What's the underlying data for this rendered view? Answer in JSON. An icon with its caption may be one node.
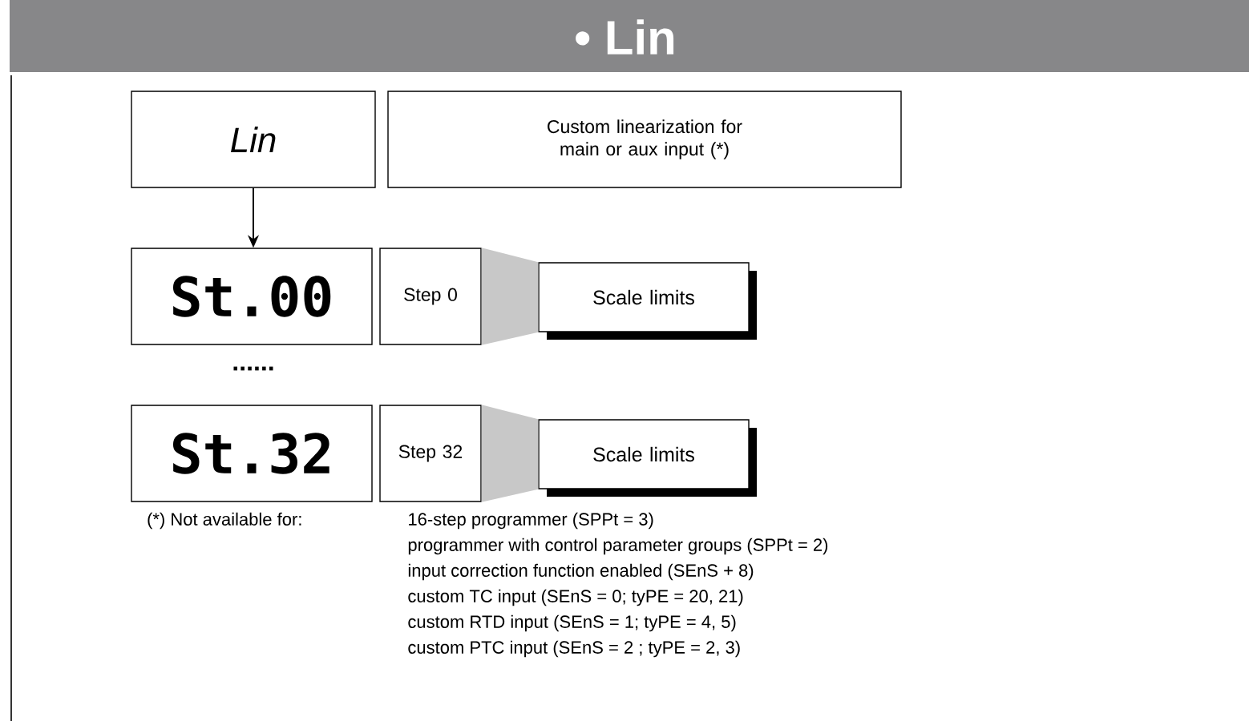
{
  "diagram": {
    "title": "• Lin",
    "nodes": [
      {
        "text": [
          "Lin"
        ]
      },
      {
        "text": [
          "Custom linearization for main or aux input (*)"
        ]
      },
      {
        "text": [
          "St.00"
        ]
      },
      {
        "text": [
          "Step 0"
        ]
      },
      {
        "text": [
          "Scale limits"
        ]
      },
      {
        "text": [
          "St.32"
        ]
      },
      {
        "text": [
          "Step 32"
        ]
      },
      {
        "text": [
          "Scale limits"
        ]
      }
    ],
    "edges": [
      {
        "from": 0,
        "to": 2,
        "arrow": "to"
      },
      {
        "from": 3,
        "to": 4,
        "arrow": "none",
        "color": "#c8c8c8"
      },
      {
        "from": 6,
        "to": 7,
        "arrow": "none",
        "color": "#c8c8c8"
      }
    ],
    "labels": [
      "......",
      "(*) Not available for:",
      "16-step programmer (SPPt = 3)",
      "programmer with control parameter groups (SPPt = 2)",
      "input correction function enabled (SEnS + 8)",
      "custom TC input (SEnS = 0; tyPE = 20, 21)",
      "custom RTD input (SEnS = 1; tyPE = 4, 5)",
      "custom PTC input (SEnS = 2 ; tyPE = 2, 3)"
    ]
  }
}
